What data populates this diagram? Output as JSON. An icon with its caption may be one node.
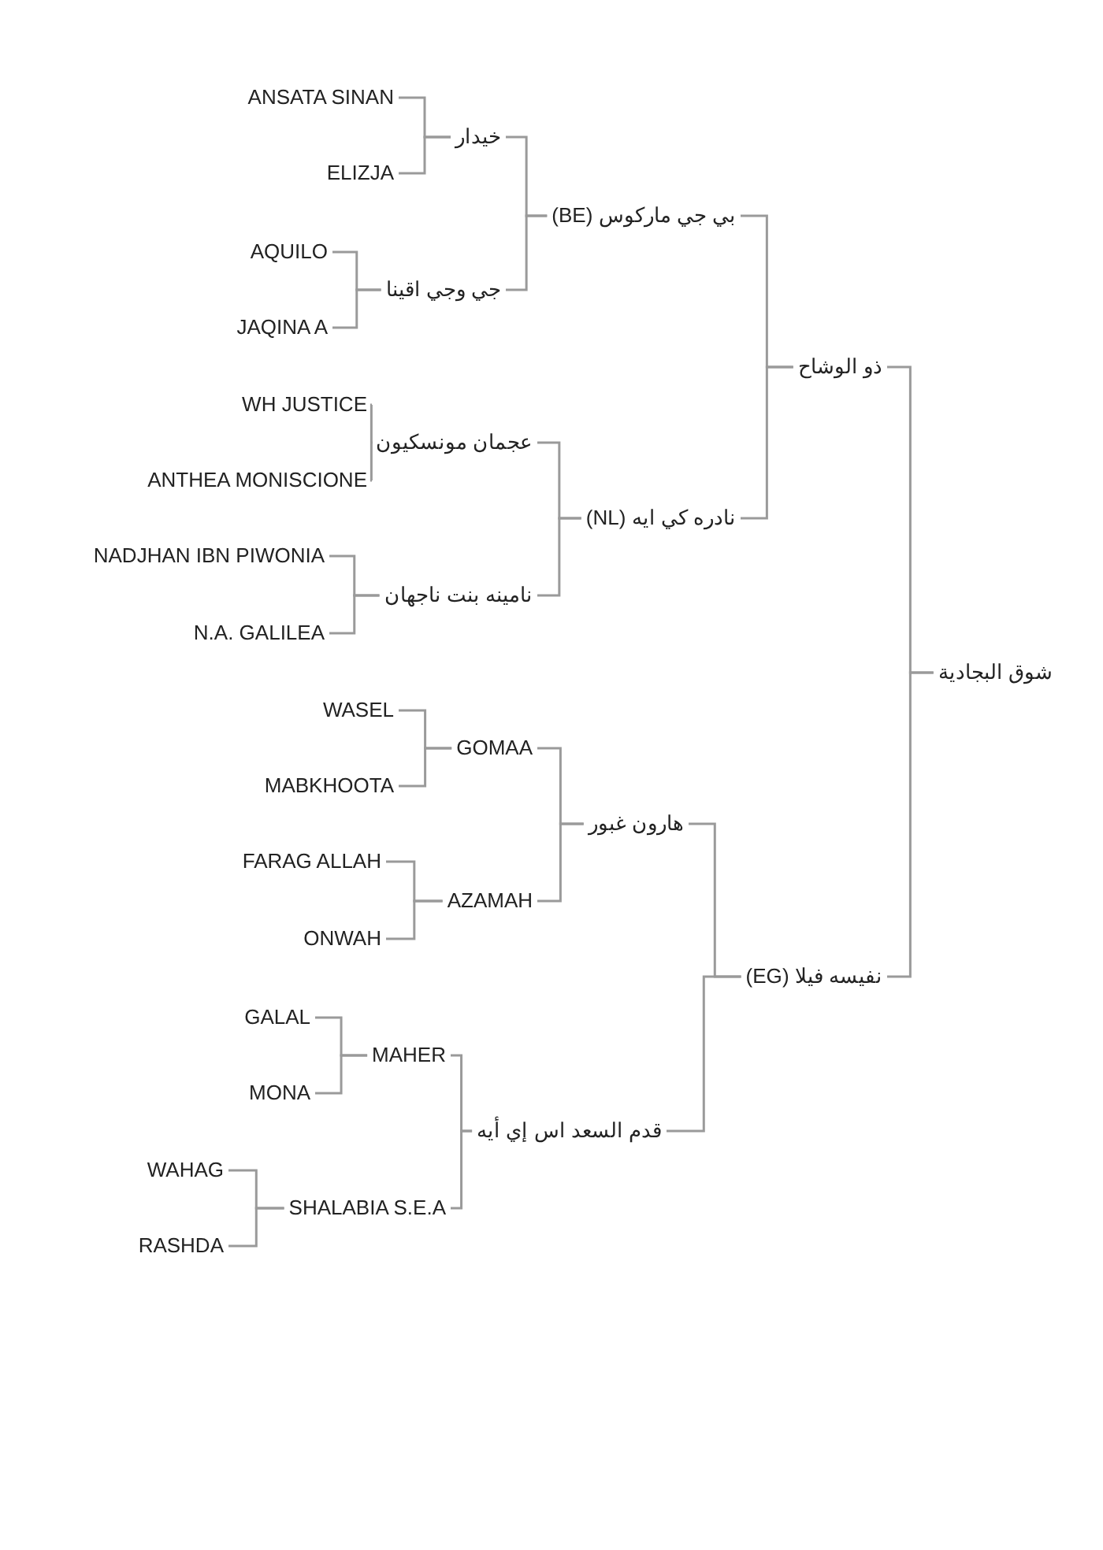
{
  "diagram": {
    "nodes": [
      {
        "text": [
          "ANSATA SINAN"
        ]
      },
      {
        "text": [
          "خيدار"
        ]
      },
      {
        "text": [
          "ELIZJA"
        ]
      },
      {
        "text": [
          "بي جي ماركوس (BE)"
        ]
      },
      {
        "text": [
          "AQUILO"
        ]
      },
      {
        "text": [
          "جي وجي اقينا"
        ]
      },
      {
        "text": [
          "JAQINA A"
        ]
      },
      {
        "text": [
          "ذو الوشاح"
        ]
      },
      {
        "text": [
          "WH JUSTICE"
        ]
      },
      {
        "text": [
          "عجمان مونسكيون"
        ]
      },
      {
        "text": [
          "ANTHEA MONISCIONE"
        ]
      },
      {
        "text": [
          "نادره كي ايه (NL)"
        ]
      },
      {
        "text": [
          "NADJHAN IBN PIWONIA"
        ]
      },
      {
        "text": [
          "نامينه بنت ناجهان"
        ]
      },
      {
        "text": [
          "N.A. GALILEA"
        ]
      },
      {
        "text": [
          "شوق البجادية"
        ]
      },
      {
        "text": [
          "WASEL"
        ]
      },
      {
        "text": [
          "GOMAA"
        ]
      },
      {
        "text": [
          "MABKHOOTA"
        ]
      },
      {
        "text": [
          "هارون غبور"
        ]
      },
      {
        "text": [
          "FARAG ALLAH"
        ]
      },
      {
        "text": [
          "AZAMAH"
        ]
      },
      {
        "text": [
          "ONWAH"
        ]
      },
      {
        "text": [
          "نفيسه فيلا (EG)"
        ]
      },
      {
        "text": [
          "GALAL"
        ]
      },
      {
        "text": [
          "MAHER"
        ]
      },
      {
        "text": [
          "MONA"
        ]
      },
      {
        "text": [
          "قدم السعد اس إي أيه"
        ]
      },
      {
        "text": [
          "WAHAG"
        ]
      },
      {
        "text": [
          "SHALABIA S.E.A"
        ]
      },
      {
        "text": [
          "RASHDA"
        ]
      }
    ],
    "edges": [
      {
        "from": 0,
        "to": 1,
        "arrow": "none"
      },
      {
        "from": 2,
        "to": 1,
        "arrow": "none"
      },
      {
        "from": 4,
        "to": 5,
        "arrow": "none"
      },
      {
        "from": 6,
        "to": 5,
        "arrow": "none"
      },
      {
        "from": 1,
        "to": 3,
        "arrow": "none"
      },
      {
        "from": 5,
        "to": 3,
        "arrow": "none"
      },
      {
        "from": 8,
        "to": 9,
        "arrow": "none"
      },
      {
        "from": 10,
        "to": 9,
        "arrow": "none"
      },
      {
        "from": 12,
        "to": 13,
        "arrow": "none"
      },
      {
        "from": 14,
        "to": 13,
        "arrow": "none"
      },
      {
        "from": 9,
        "to": 11,
        "arrow": "none"
      },
      {
        "from": 13,
        "to": 11,
        "arrow": "none"
      },
      {
        "from": 3,
        "to": 7,
        "arrow": "none"
      },
      {
        "from": 11,
        "to": 7,
        "arrow": "none"
      },
      {
        "from": 16,
        "to": 17,
        "arrow": "none"
      },
      {
        "from": 18,
        "to": 17,
        "arrow": "none"
      },
      {
        "from": 20,
        "to": 21,
        "arrow": "none"
      },
      {
        "from": 22,
        "to": 21,
        "arrow": "none"
      },
      {
        "from": 17,
        "to": 19,
        "arrow": "none"
      },
      {
        "from": 21,
        "to": 19,
        "arrow": "none"
      },
      {
        "from": 24,
        "to": 25,
        "arrow": "none"
      },
      {
        "from": 26,
        "to": 25,
        "arrow": "none"
      },
      {
        "from": 28,
        "to": 29,
        "arrow": "none"
      },
      {
        "from": 30,
        "to": 29,
        "arrow": "none"
      },
      {
        "from": 25,
        "to": 27,
        "arrow": "none"
      },
      {
        "from": 29,
        "to": 27,
        "arrow": "none"
      },
      {
        "from": 19,
        "to": 23,
        "arrow": "none"
      },
      {
        "from": 27,
        "to": 23,
        "arrow": "none"
      },
      {
        "from": 7,
        "to": 15,
        "arrow": "none"
      },
      {
        "from": 23,
        "to": 15,
        "arrow": "none"
      }
    ]
  }
}
